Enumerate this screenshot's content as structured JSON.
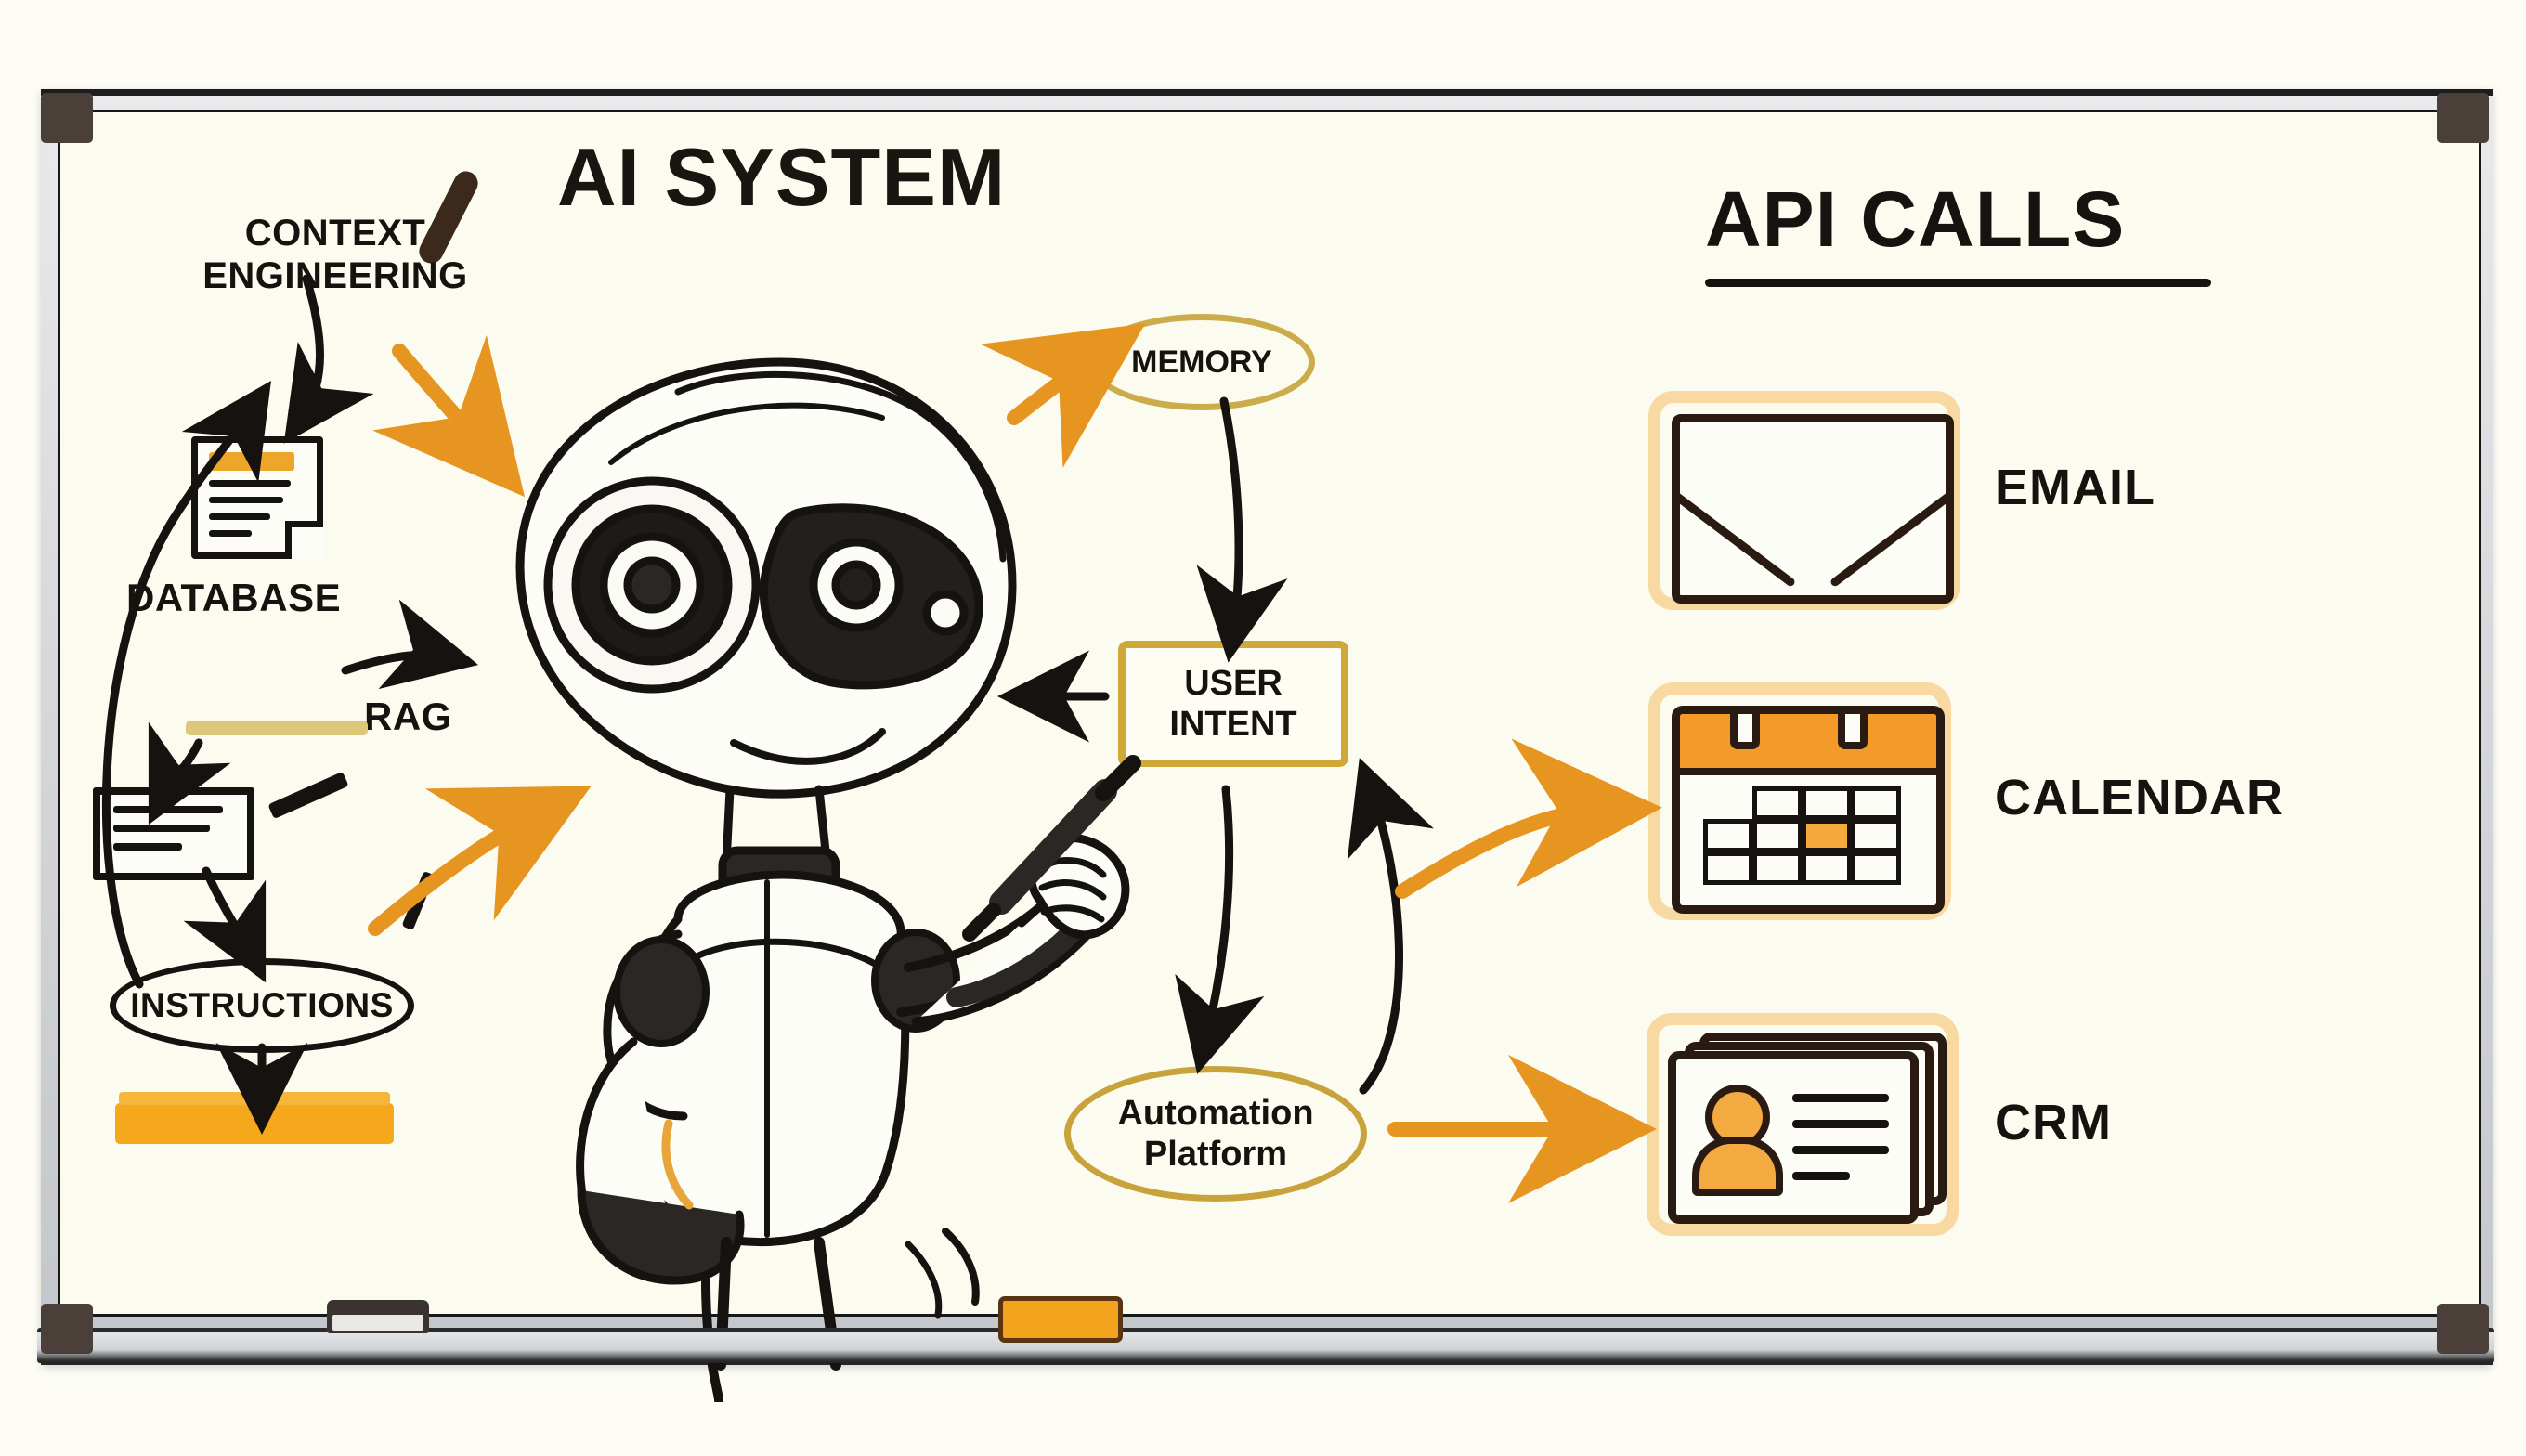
{
  "board": {
    "title": "AI SYSTEM",
    "api_heading": "API CALLS"
  },
  "context": {
    "heading": "CONTEXT ENGINEERING",
    "database_label": "DATABASE",
    "rag_label": "RAG",
    "instructions_label": "INSTRUCTIONS"
  },
  "nodes": {
    "memory": "MEMORY",
    "user_intent": "USER\nINTENT",
    "user_intent_line1": "USER",
    "user_intent_line2": "INTENT",
    "automation_line1": "Automation",
    "automation_line2": "Platform"
  },
  "api_calls": [
    {
      "icon": "envelope-icon",
      "label": "EMAIL"
    },
    {
      "icon": "calendar-icon",
      "label": "CALENDAR"
    },
    {
      "icon": "contact-cards-icon",
      "label": "CRM"
    }
  ],
  "colors": {
    "accent_orange": "#f3a934",
    "deep_orange": "#e08a1e",
    "ink": "#16120f",
    "board_surface": "#fbfbf0",
    "gold_outline": "#c8a33c"
  },
  "tray": {
    "eraser": "eraser",
    "marker": "orange-marker"
  }
}
